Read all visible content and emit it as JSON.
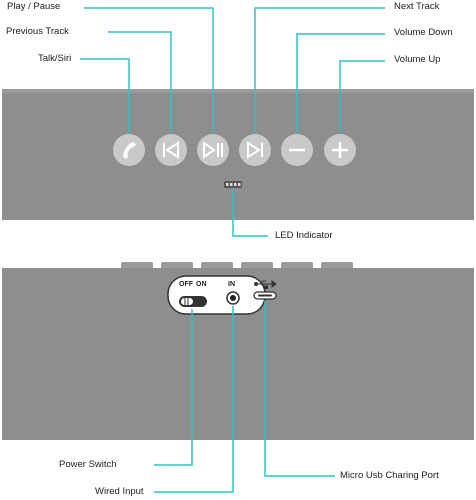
{
  "diagram": {
    "accent_color": "#2ec4cc",
    "speaker_color": "#8e8e8e",
    "button_color": "#c9c9c9",
    "top_panel": {
      "buttons": [
        {
          "name": "talk-siri",
          "icon": "phone-icon"
        },
        {
          "name": "previous-track",
          "icon": "skip-back-icon"
        },
        {
          "name": "play-pause",
          "icon": "play-pause-icon"
        },
        {
          "name": "next-track",
          "icon": "skip-forward-icon"
        },
        {
          "name": "volume-down",
          "icon": "minus-icon"
        },
        {
          "name": "volume-up",
          "icon": "plus-icon"
        }
      ],
      "labels": {
        "play_pause": "Play / Pause",
        "previous_track": "Previous Track",
        "talk_siri": "Talk/Siri",
        "next_track": "Next Track",
        "volume_down": "Volume Down",
        "volume_up": "Volume Up",
        "led_indicator": "LED Indicator"
      }
    },
    "bottom_panel": {
      "switch_off": "OFF",
      "switch_on": "ON",
      "input_label": "IN",
      "usb_icon": "usb-icon",
      "labels": {
        "power_switch": "Power Switch",
        "wired_input": "Wired Input",
        "micro_usb": "Micro Usb Charing Port"
      }
    }
  }
}
